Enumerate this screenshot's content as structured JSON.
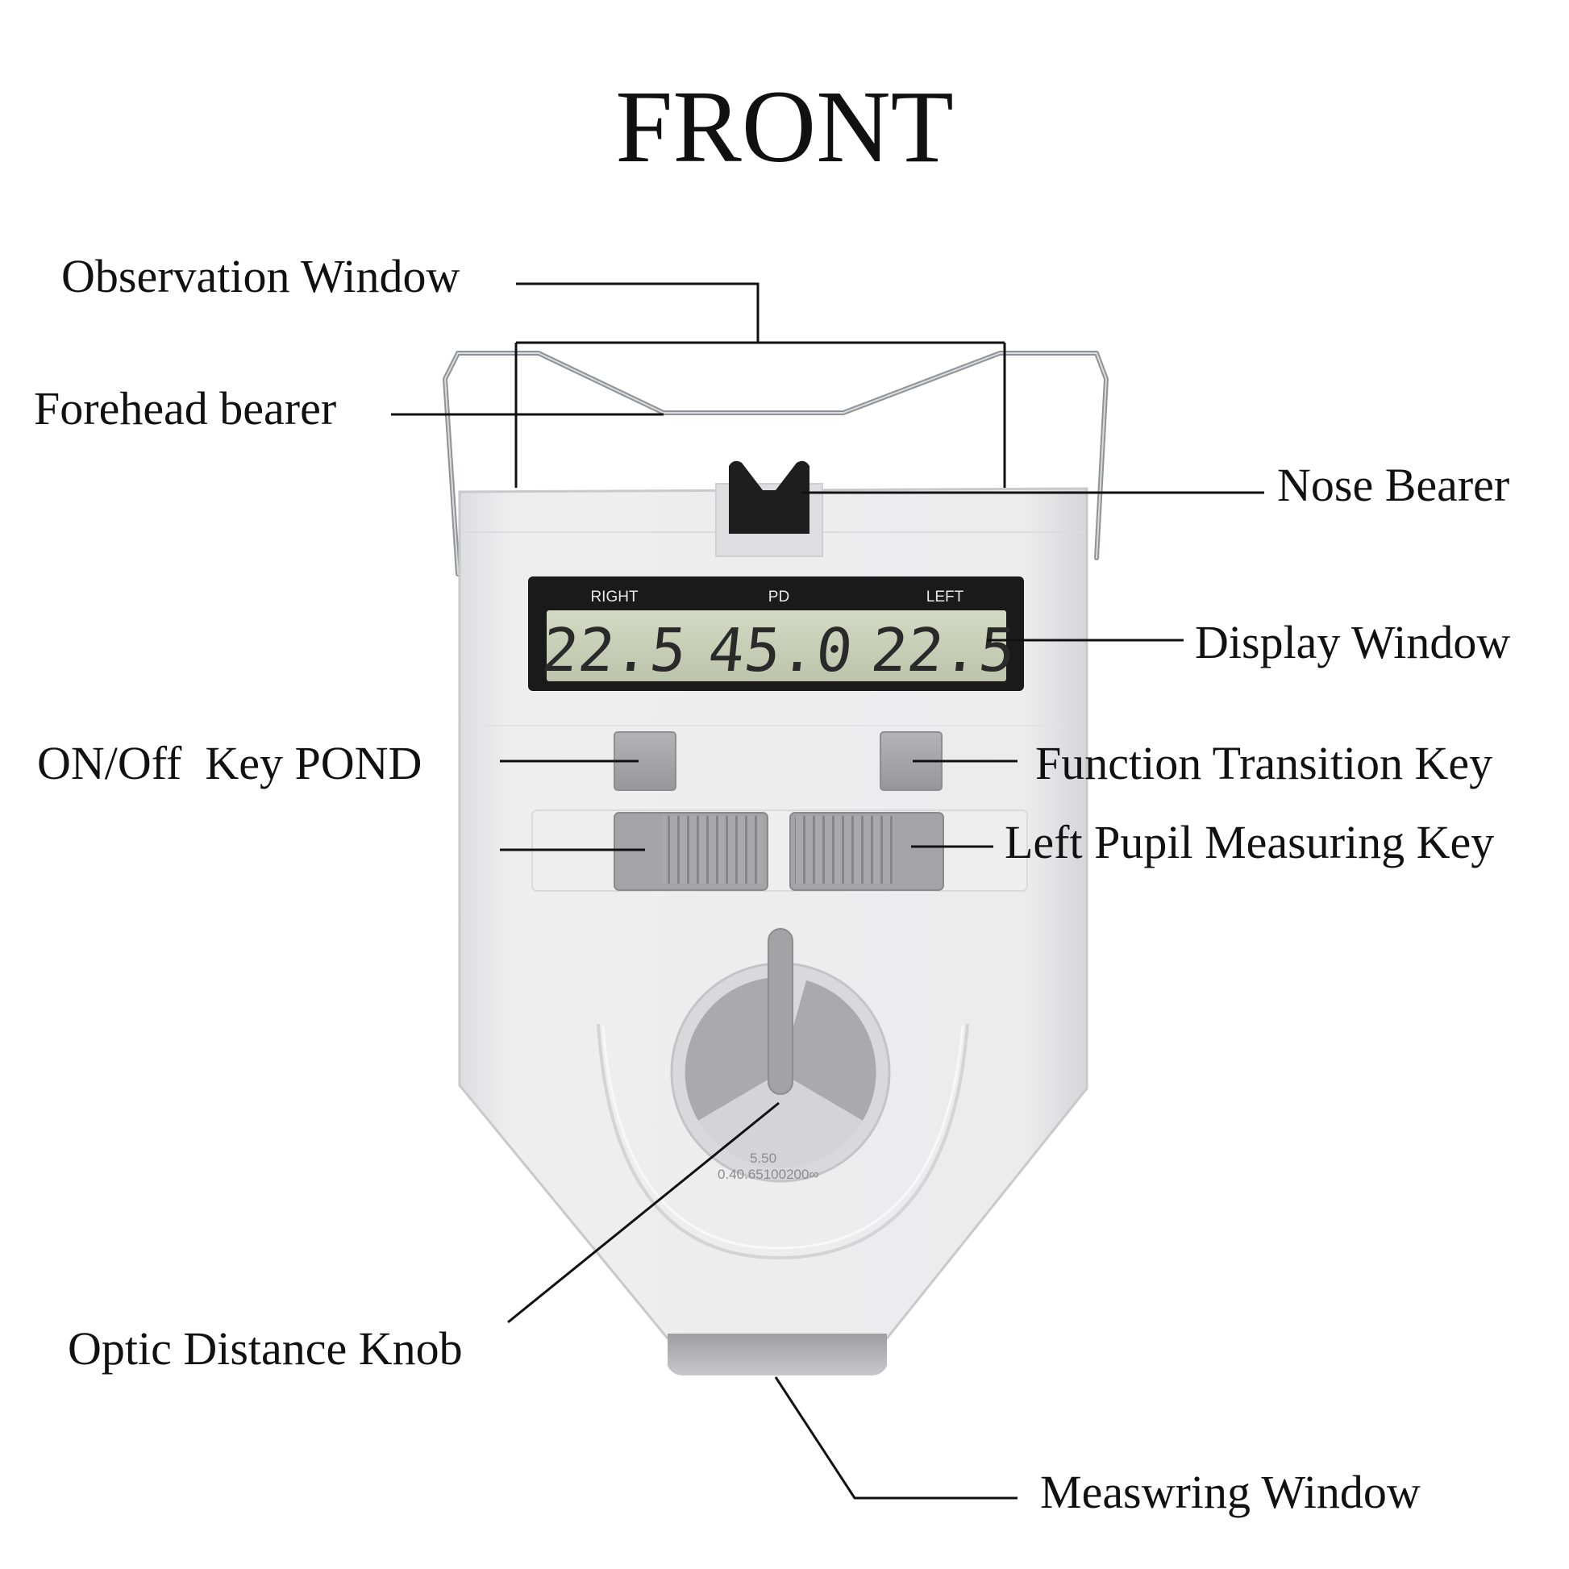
{
  "title": "FRONT",
  "labels": {
    "observation_window": "Observation Window",
    "forehead_bearer": "Forehead bearer",
    "nose_bearer": "Nose Bearer",
    "display_window": "Display Window",
    "on_off_key": "ON/Off  Key POND",
    "function_transition_key": "Function Transition Key",
    "left_pupil_measuring_key": "Left Pupil Measuring Key",
    "optic_distance_knob": "Optic Distance Knob",
    "measuring_window": "Measwring Window"
  },
  "display": {
    "header_right": "RIGHT",
    "header_pd": "PD",
    "header_left": "LEFT",
    "value_right": "22.5",
    "value_pd": "45.0",
    "value_left": "22.5"
  },
  "knob_scale": {
    "line1": "5.50",
    "line2": "0.40.65100200∞"
  },
  "colors": {
    "body": "#ebebec",
    "body_edge": "#d2d2d4",
    "lcd_frame": "#1a1a1a",
    "lcd_screen": "#c9d1b9",
    "lcd_text": "#2a2a2a",
    "key_gray": "#a6a6a9",
    "knob_gray": "#a9a9ab",
    "leader_line": "#111111"
  }
}
